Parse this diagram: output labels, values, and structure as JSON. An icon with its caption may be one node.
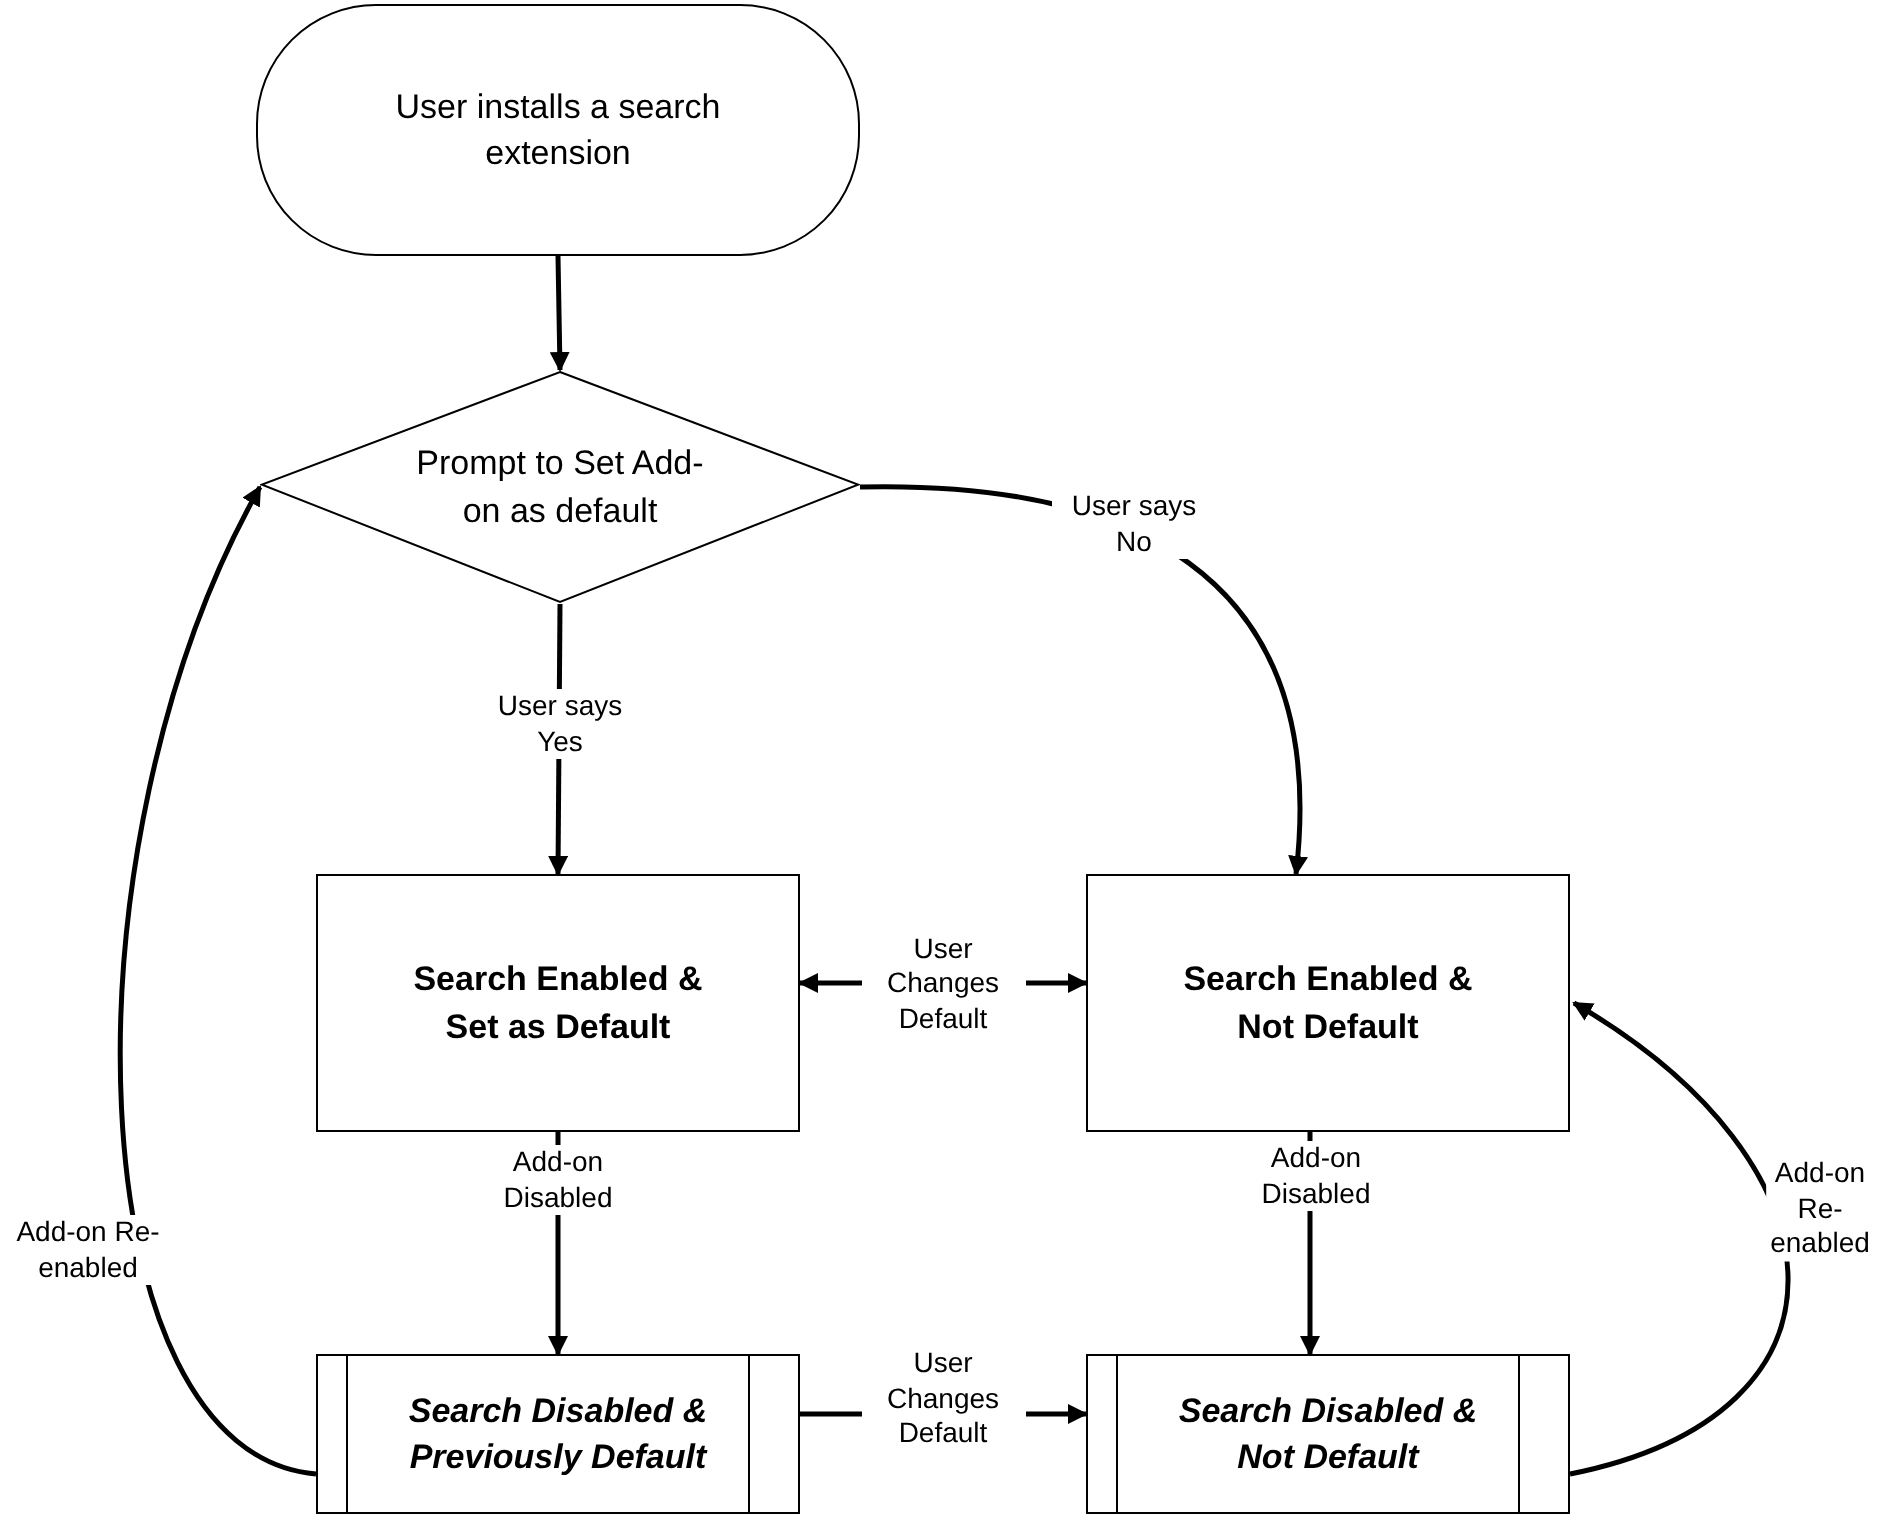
{
  "diagram": {
    "nodes": [
      {
        "text": [
          "User installs a search extension"
        ]
      },
      {
        "text": [
          "Prompt to Set Add-on as default"
        ]
      },
      {
        "text": [
          "Search Enabled & Set as Default"
        ]
      },
      {
        "text": [
          "Search Enabled & Not Default"
        ]
      },
      {
        "text": [
          "Search Disabled & Previously Default"
        ]
      },
      {
        "text": [
          "Search Disabled & Not Default"
        ]
      }
    ],
    "edges": [
      {
        "from": 0,
        "to": 1,
        "arrow": "to"
      },
      {
        "from": 1,
        "to": 2,
        "arrow": "to",
        "label": "User says Yes"
      },
      {
        "from": 1,
        "to": 3,
        "arrow": "to",
        "label": "User says No"
      },
      {
        "from": 2,
        "to": 3,
        "arrow": "both",
        "label": "User Changes Default"
      },
      {
        "from": 2,
        "to": 4,
        "arrow": "to",
        "label": "Add-on Disabled"
      },
      {
        "from": 3,
        "to": 5,
        "arrow": "to",
        "label": "Add-on Disabled"
      },
      {
        "from": 4,
        "to": 5,
        "arrow": "to",
        "label": "User Changes Default"
      },
      {
        "from": 4,
        "to": 1,
        "arrow": "to",
        "label": "Add-on Re-enabled"
      },
      {
        "from": 5,
        "to": 3,
        "arrow": "to",
        "label": "Add-on Re-enabled"
      }
    ]
  }
}
